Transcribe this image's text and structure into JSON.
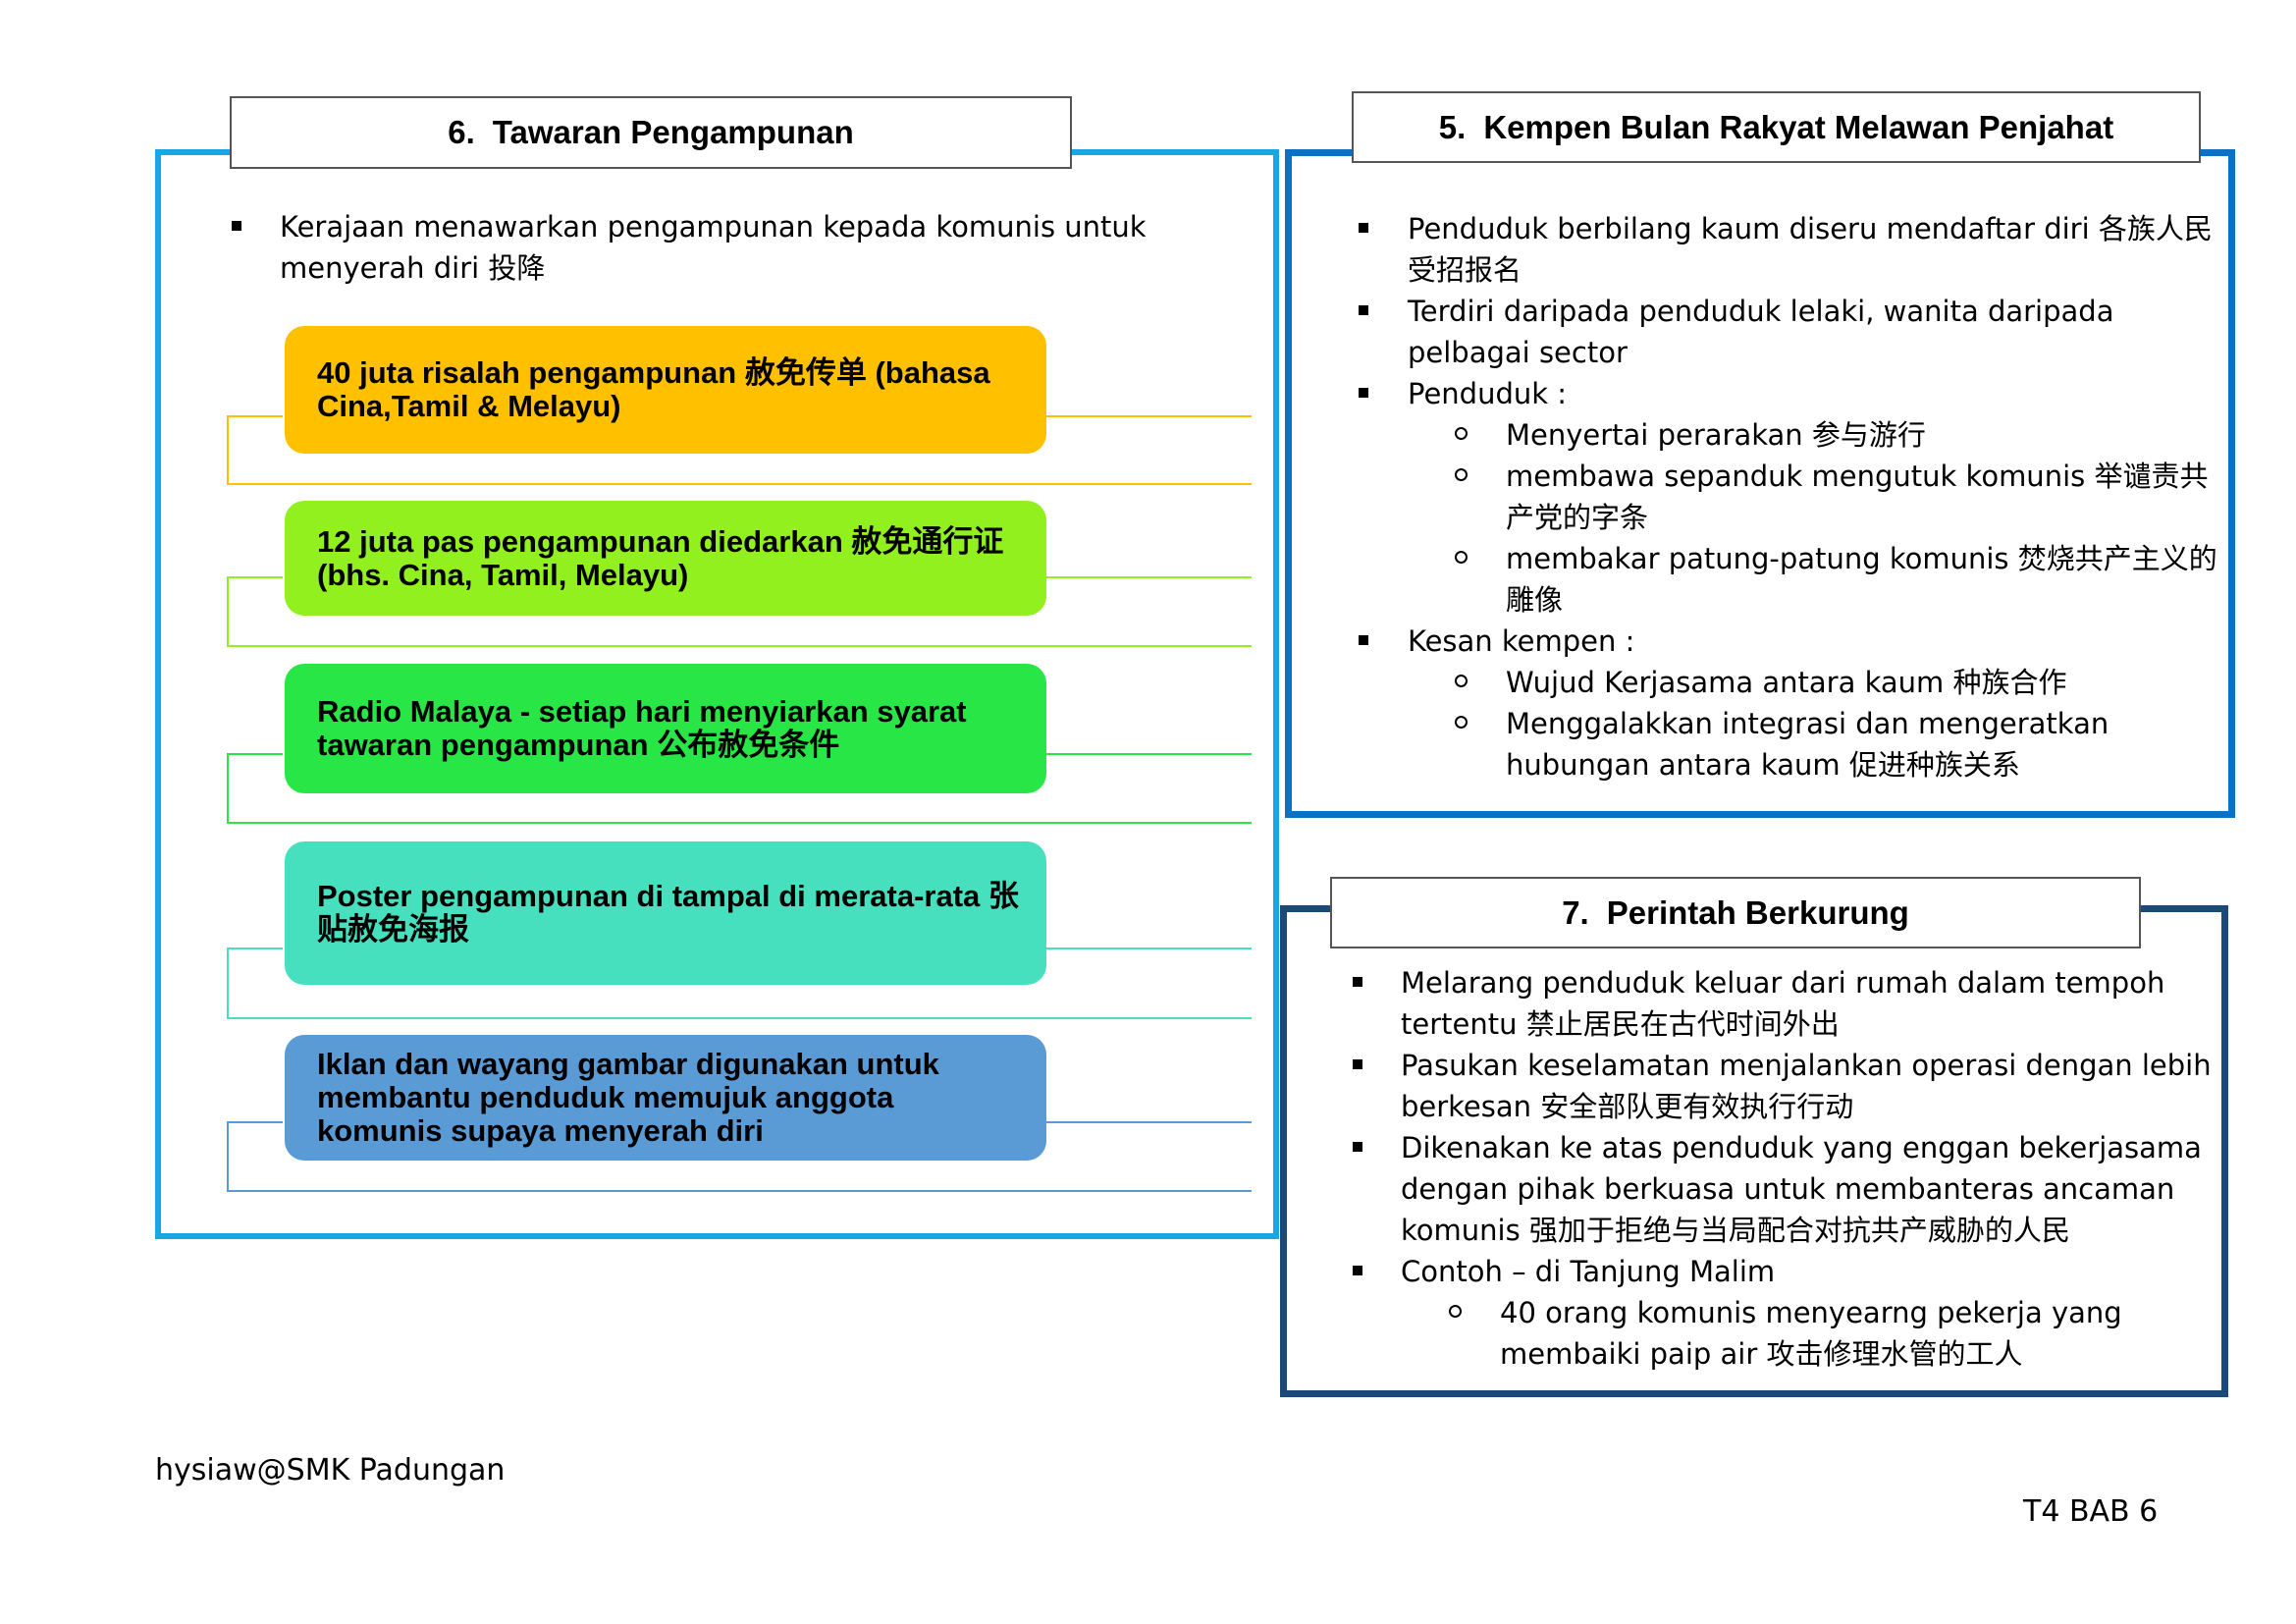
{
  "section6": {
    "number": "6.",
    "title": "Tawaran Pengampunan",
    "intro": "Kerajaan menawarkan pengampunan kepada komunis untuk menyerah diri 投降",
    "boxes": [
      {
        "text": "40 juta risalah pengampunan 赦免传单 (bahasa Cina,Tamil & Melayu)",
        "color": "#ffc000"
      },
      {
        "text": "12 juta pas pengampunan diedarkan 赦免通行证 (bhs. Cina, Tamil, Melayu)",
        "color": "#92f01e"
      },
      {
        "text": "Radio Malaya - setiap hari menyiarkan syarat tawaran pengampunan 公布赦免条件",
        "color": "#28e646"
      },
      {
        "text": "Poster pengampunan di tampal di merata-rata 张贴赦免海报",
        "color": "#46e0be"
      },
      {
        "text": "Iklan dan wayang gambar digunakan untuk membantu penduduk memujuk anggota komunis supaya menyerah diri",
        "color": "#5b9bd5"
      }
    ]
  },
  "section5": {
    "number": "5.",
    "title": "Kempen Bulan Rakyat Melawan Penjahat",
    "items": [
      "Penduduk berbilang kaum diseru mendaftar diri 各族人民受招报名",
      "Terdiri daripada penduduk lelaki, wanita daripada pelbagai sector",
      "Penduduk :",
      "Kesan kempen :"
    ],
    "penduduk_sub": [
      "Menyertai perarakan 参与游行",
      "membawa sepanduk mengutuk komunis 举谴责共产党的字条",
      "membakar patung-patung komunis 焚烧共产主义的雕像"
    ],
    "kesan_sub": [
      "Wujud Kerjasama antara kaum 种族合作",
      "Menggalakkan integrasi dan mengeratkan hubungan antara kaum 促进种族关系"
    ]
  },
  "section7": {
    "number": "7.",
    "title": "Perintah Berkurung",
    "items": [
      "Melarang penduduk keluar dari rumah dalam tempoh tertentu 禁止居民在古代时间外出",
      "Pasukan keselamatan menjalankan operasi dengan lebih berkesan 安全部队更有效执行行动",
      "Dikenakan ke atas penduduk yang enggan bekerjasama dengan pihak berkuasa untuk membanteras ancaman komunis 强加于拒绝与当局配合对抗共产威胁的人民",
      "Contoh – di Tanjung Malim"
    ],
    "contoh_sub": [
      "40 orang komunis menyearng pekerja yang membaiki paip air 攻击修理水管的工人"
    ]
  },
  "colors": {
    "frame6": "#18a7e6",
    "frame5": "#0a72c6",
    "frame7": "#1c4a78"
  },
  "footer": {
    "left": "hysiaw@SMK Padungan",
    "right": "T4 BAB 6"
  }
}
